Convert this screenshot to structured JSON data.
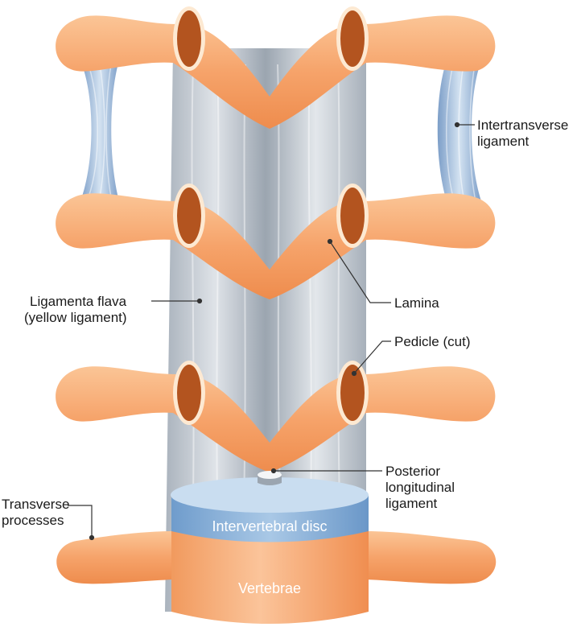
{
  "labels": {
    "intertransverse": [
      "Intertransverse",
      "ligament"
    ],
    "ligamenta_flava": [
      "Ligamenta flava",
      "(yellow ligament)"
    ],
    "lamina": "Lamina",
    "pedicle": "Pedicle (cut)",
    "posterior_ligament": [
      "Posterior",
      "longitudinal",
      "ligament"
    ],
    "transverse_processes": [
      "Transverse",
      "processes"
    ],
    "intervertebral_disc": "Intervertebral disc",
    "vertebrae": "Vertebrae"
  },
  "colors": {
    "bone": "#f5a46c",
    "bone_light": "#fcd2ae",
    "bone_dark": "#e07b3e",
    "cut_bone": "#b3541f",
    "cut_rim": "#fde9d2",
    "ligament": "#9aa3ad",
    "ligament_light": "#e6e9ec",
    "intertransverse": "#8fb0d6",
    "disc": "#7ea8d3",
    "disc_top": "#b9d2ea",
    "leader": "#333333"
  }
}
